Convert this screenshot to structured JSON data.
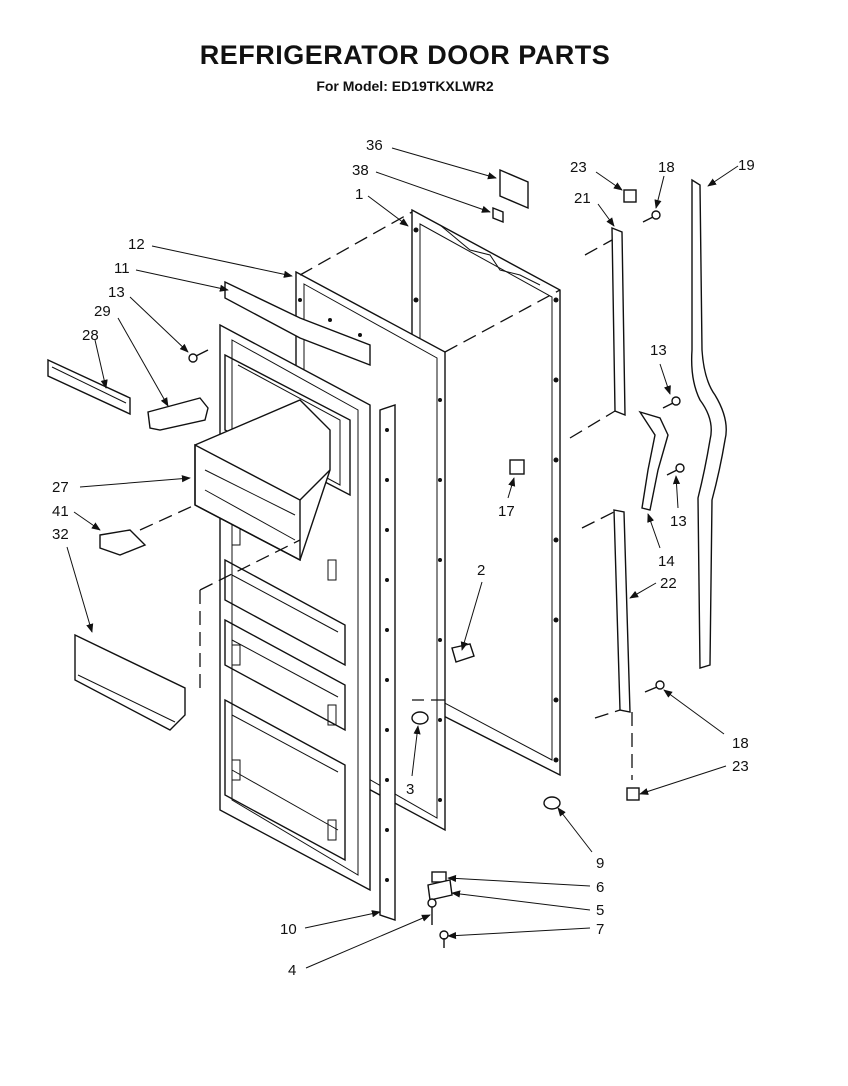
{
  "header": {
    "title": "REFRIGERATOR DOOR PARTS",
    "subtitle": "For Model: ED19TKXLWR2"
  },
  "callouts": {
    "c36": "36",
    "c38": "38",
    "c1": "1",
    "c12": "12",
    "c11": "11",
    "c13a": "13",
    "c29": "29",
    "c28": "28",
    "c27": "27",
    "c41": "41",
    "c32": "32",
    "c17": "17",
    "c2": "2",
    "c3": "3",
    "c23a": "23",
    "c21": "21",
    "c18a": "18",
    "c19": "19",
    "c13b": "13",
    "c13c": "13",
    "c14": "14",
    "c22": "22",
    "c18b": "18",
    "c23b": "23",
    "c9": "9",
    "c6": "6",
    "c5": "5",
    "c7": "7",
    "c10": "10",
    "c4": "4"
  }
}
